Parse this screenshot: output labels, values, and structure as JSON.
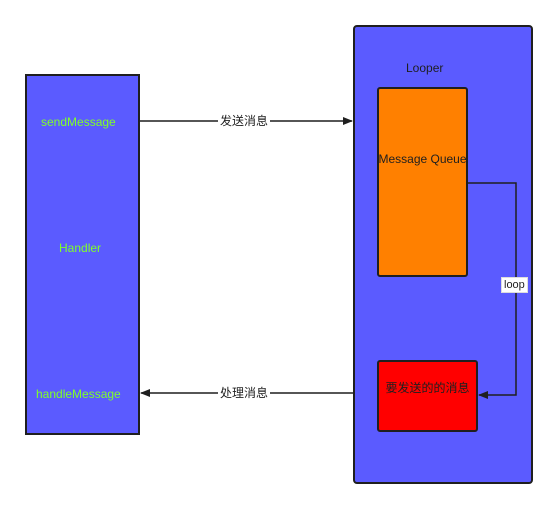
{
  "diagram": {
    "handler": {
      "label": "Handler",
      "send_message": "sendMessage",
      "handle_message": "handleMessage"
    },
    "looper": {
      "label": "Looper",
      "queue_label": "Message Queue",
      "message_label": "要发送的的消息"
    },
    "arrows": {
      "send": "发送消息",
      "handle": "处理消息",
      "loop": "loop"
    },
    "colors": {
      "box_fill": "#5b5bff",
      "queue_fill": "#ff8000",
      "message_fill": "#ff0000",
      "handler_text": "#7fff2a",
      "outline": "#1f1f1f"
    }
  }
}
